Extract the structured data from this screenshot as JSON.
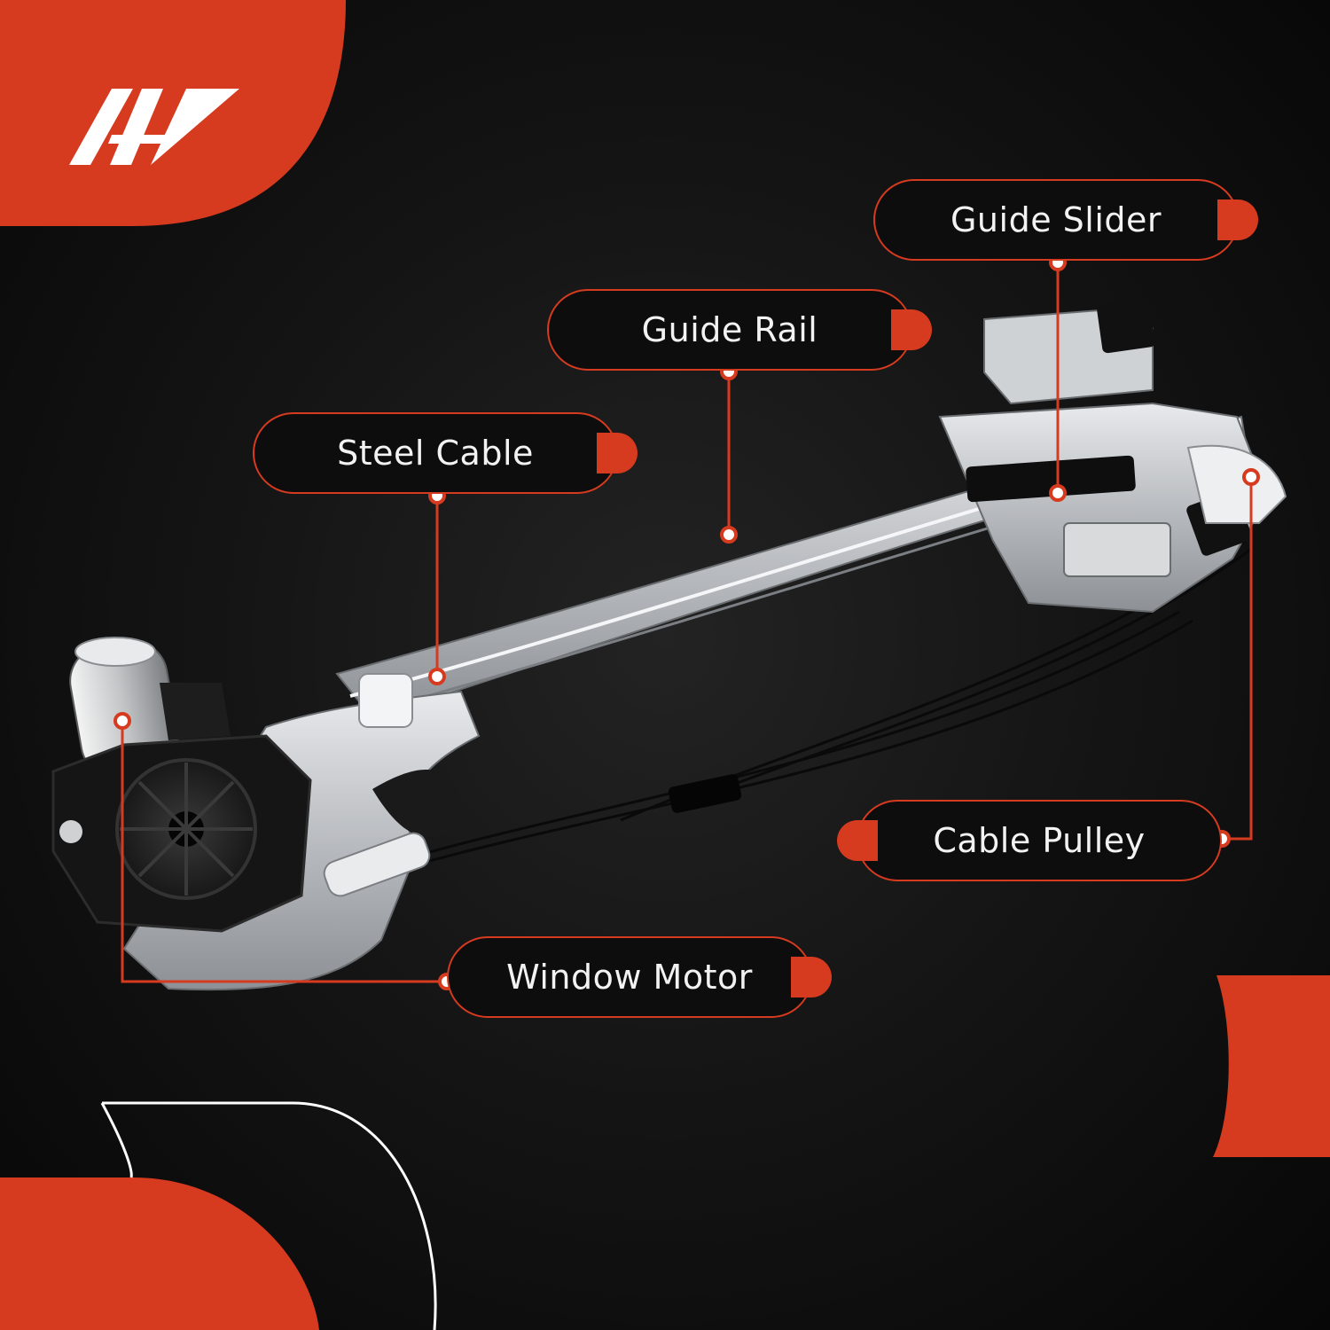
{
  "brand": {
    "logo_icon": "ap-logo-icon",
    "accent_color": "#d63b1f"
  },
  "callouts": {
    "guide_slider": "Guide Slider",
    "guide_rail": "Guide Rail",
    "steel_cable": "Steel Cable",
    "cable_pulley": "Cable Pulley",
    "window_motor": "Window Motor"
  },
  "colors": {
    "background": "#0d0d0d",
    "callout_text": "#f2f2f2",
    "metal": "#c9ccd0"
  }
}
